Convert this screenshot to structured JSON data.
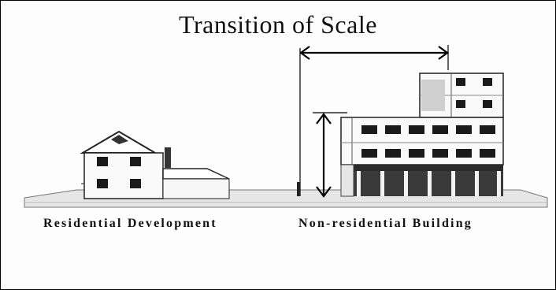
{
  "title": "Transition of Scale",
  "captions": {
    "residential": "Residential Development",
    "non_residential": "Non-residential Building"
  },
  "colors": {
    "ink": "#111111",
    "ground": "#d4d4d4",
    "window": "#1a1a1a"
  }
}
